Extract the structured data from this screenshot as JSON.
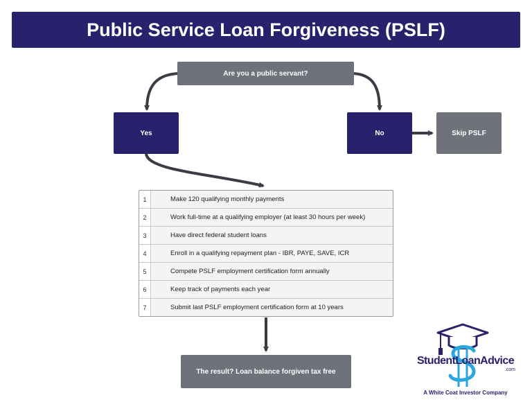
{
  "title": "Public Service Loan Forgiveness (PSLF)",
  "nodes": {
    "question": "Are you a public servant?",
    "yes": "Yes",
    "no": "No",
    "skip": "Skip PSLF",
    "result": "The result? Loan balance forgiven tax free"
  },
  "steps": [
    {
      "num": "1",
      "text": "Make 120 qualifying monthly payments"
    },
    {
      "num": "2",
      "text": "Work full-time at a qualifying employer (at least 30 hours per week)"
    },
    {
      "num": "3",
      "text": "Have direct federal student loans"
    },
    {
      "num": "4",
      "text": "Enroll in a qualifying repayment plan - IBR, PAYE, SAVE, ICR"
    },
    {
      "num": "5",
      "text": "Compete PSLF employment certification form annually"
    },
    {
      "num": "6",
      "text": "Keep track of payments each year"
    },
    {
      "num": "7",
      "text": "Submit  last PSLF employment certification form at 10 years"
    }
  ],
  "logo": {
    "name": "StudentLoanAdvice",
    "suffix": ".com",
    "tagline": "A White Coat Investor Company"
  },
  "colors": {
    "navy": "#28216b",
    "gray": "#6f727a",
    "connector": "#3a3d45",
    "logo_blue": "#2aa7df"
  }
}
